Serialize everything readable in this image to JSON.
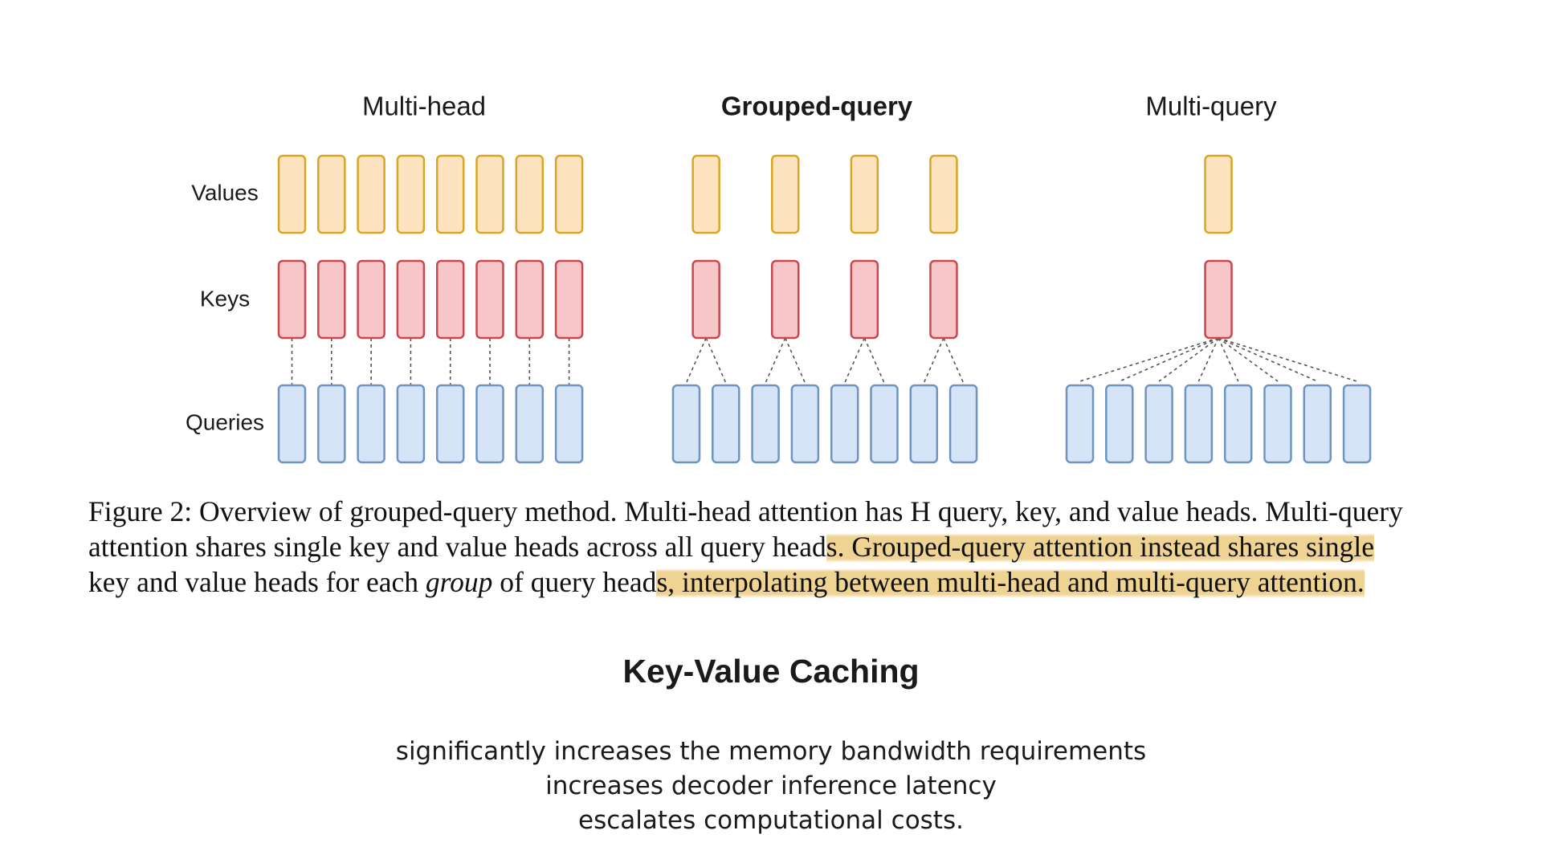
{
  "diagram": {
    "panels": [
      {
        "title": "Multi-head",
        "title_bold": false,
        "num_queries": 8,
        "num_kv": 8
      },
      {
        "title": "Grouped-query",
        "title_bold": true,
        "num_queries": 8,
        "num_kv": 4
      },
      {
        "title": "Multi-query",
        "title_bold": false,
        "num_queries": 8,
        "num_kv": 1
      }
    ],
    "row_labels": {
      "values": "Values",
      "keys": "Keys",
      "queries": "Queries"
    },
    "colors": {
      "values_fill": "#fde3c0",
      "values_stroke": "#d9a624",
      "keys_fill": "#f7c6c8",
      "keys_stroke": "#c9484f",
      "queries_fill": "#d6e4f7",
      "queries_stroke": "#6e94c2",
      "connector": "#555555",
      "highlight": "#e9c46e"
    }
  },
  "caption": {
    "line1": "Figure 2: Overview of grouped-query method. Multi-head attention has H query, key, and value heads. Multi-query",
    "line2_a": "attention shares single key and value heads across all query head",
    "line2_b": "s. Grouped-query attention instead shares single",
    "line3_a": "key and value heads for each ",
    "line3_em": "group",
    "line3_b": " of query head",
    "line3_c": "s, interpolating between multi-head and multi-query attention."
  },
  "section_title": "Key-Value Caching",
  "bullets": [
    "significantly increases the memory bandwidth requirements",
    "increases decoder inference latency",
    "escalates computational costs."
  ]
}
